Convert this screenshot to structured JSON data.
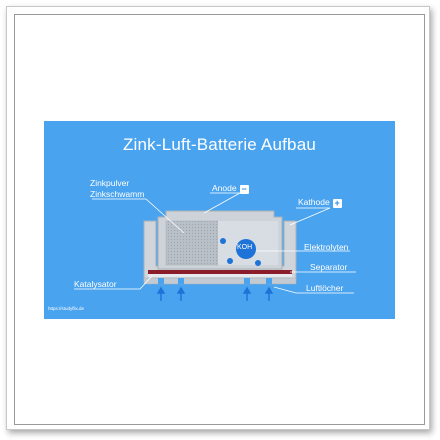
{
  "diagram": {
    "title": "Zink-Luft-Batterie Aufbau",
    "labels": {
      "zinkpulver": "Zinkpulver",
      "zinkschwamm": "Zinkschwamm",
      "anode": "Anode",
      "kathode": "Kathode",
      "koh": "KOH",
      "elektrolyten": "Elektrolyten",
      "separator": "Separator",
      "katalysator": "Katalysator",
      "luftloecher": "Luftlöcher"
    },
    "anode_sign": "−",
    "kathode_sign": "+",
    "source": "https://studyflix.de"
  },
  "colors": {
    "background": "#4aa3ef",
    "casing": "#cdd3d9",
    "casing_dark": "#9aa3ab",
    "separator": "#8b1c2a",
    "electrolyte_dot": "#1e73d8",
    "arrow": "#1e73d8"
  }
}
